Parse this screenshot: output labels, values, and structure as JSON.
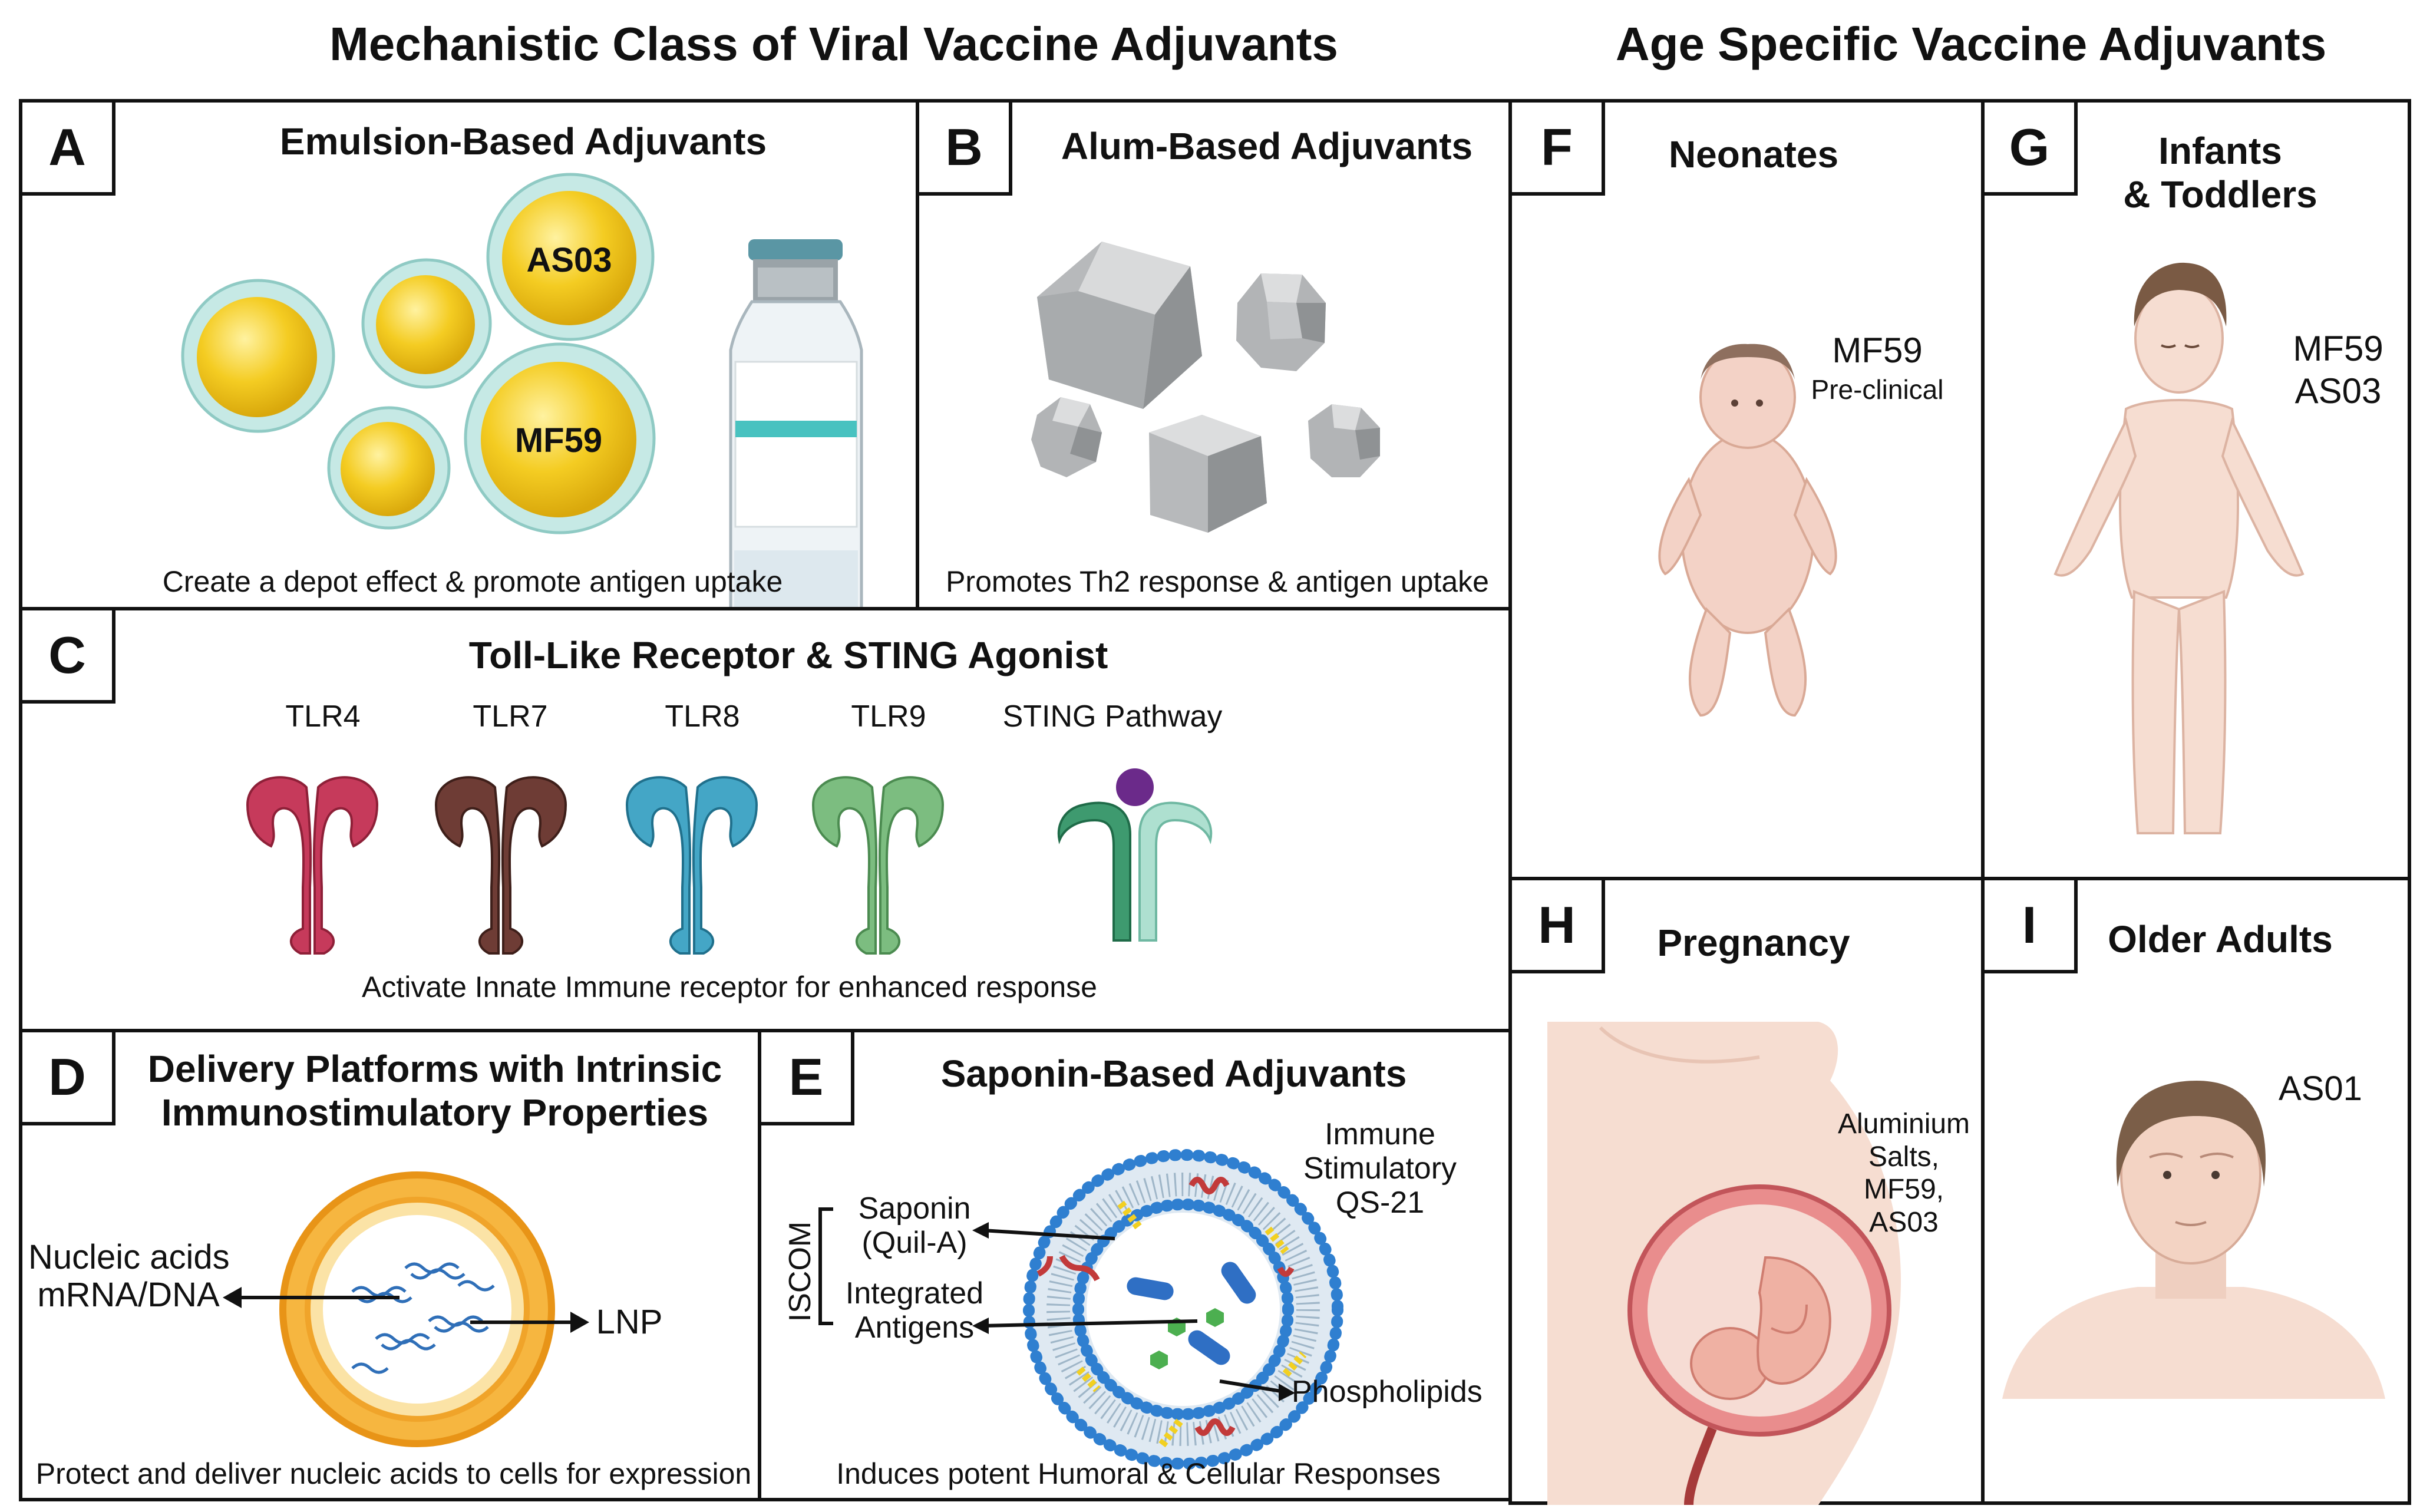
{
  "headers": {
    "left": "Mechanistic Class of Viral Vaccine Adjuvants",
    "right": "Age Specific Vaccine Adjuvants"
  },
  "panels": {
    "A": {
      "letter": "A",
      "title": "Emulsion-Based Adjuvants",
      "droplet_labels": [
        "AS03",
        "MF59"
      ],
      "caption": "Create a depot effect & promote antigen uptake"
    },
    "B": {
      "letter": "B",
      "title": "Alum-Based Adjuvants",
      "caption": "Promotes Th2 response & antigen uptake"
    },
    "C": {
      "letter": "C",
      "title": "Toll-Like Receptor & STING Agonist",
      "receptors": [
        "TLR4",
        "TLR7",
        "TLR8",
        "TLR9",
        "STING Pathway"
      ],
      "caption": "Activate Innate Immune receptor for enhanced response"
    },
    "D": {
      "letter": "D",
      "title_line1": "Delivery Platforms with Intrinsic",
      "title_line2": "Immunostimulatory Properties",
      "label_left_line1": "Nucleic acids",
      "label_left_line2": "mRNA/DNA",
      "label_right": "LNP",
      "caption": "Protect and deliver nucleic acids to cells for expression"
    },
    "E": {
      "letter": "E",
      "title": "Saponin-Based Adjuvants",
      "iscom": "ISCOM",
      "saponin_line1": "Saponin",
      "saponin_line2": "(Quil-A)",
      "antigens_line1": "Integrated",
      "antigens_line2": "Antigens",
      "qs21_line1": "Immune",
      "qs21_line2": "Stimulatory",
      "qs21_line3": "QS-21",
      "phospholipids": "Phospholipids",
      "caption": "Induces potent Humoral & Cellular Responses"
    },
    "F": {
      "letter": "F",
      "title": "Neonates",
      "adjuvant": "MF59",
      "note": "Pre-clinical"
    },
    "G": {
      "letter": "G",
      "title_line1": "Infants",
      "title_line2": "& Toddlers",
      "adjuvant_line1": "MF59",
      "adjuvant_line2": "AS03"
    },
    "H": {
      "letter": "H",
      "title": "Pregnancy",
      "adj_line1": "Aluminium",
      "adj_line2": "Salts,",
      "adj_line3": "MF59,",
      "adj_line4": "AS03"
    },
    "I": {
      "letter": "I",
      "title": "Older Adults",
      "adjuvant": "AS01"
    }
  },
  "colors": {
    "droplet_yellow": "#f2c81e",
    "droplet_shell": "#bfe4e0",
    "tlr4": "#c4375a",
    "tlr7": "#6b3b34",
    "tlr8": "#3fa3c4",
    "tlr9": "#79bb7d",
    "sting": "#3e9a6f",
    "sting_ligand": "#6b2a8a",
    "lnp_orange": "#f4a62a",
    "phospholipid_blue": "#2f7fd0",
    "skin": "#f3d6c8"
  }
}
